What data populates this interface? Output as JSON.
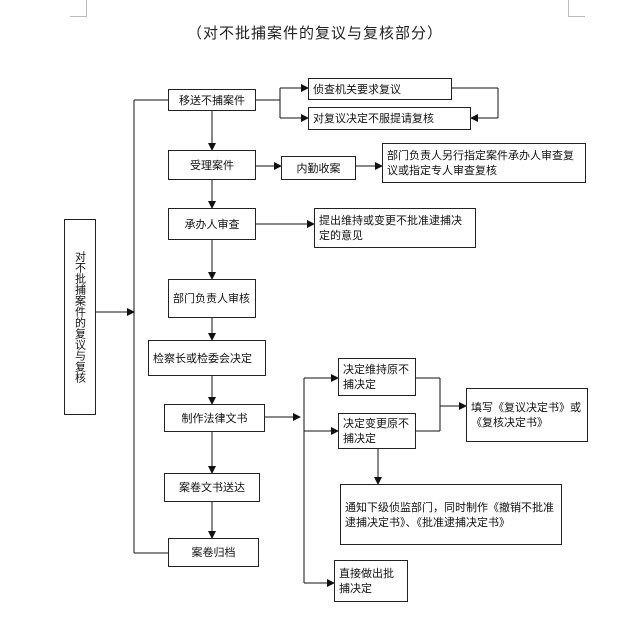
{
  "title": "（对不批捕案件的复议与复核部分）",
  "side_label": "对不批捕案件的复议与复核",
  "steps": {
    "transfer": "移送不捕案件",
    "accept": "受理案件",
    "handler_review": "承办人审查",
    "dept_review": "部门负责人审核",
    "procurator_decision": "检察长或检委会决定",
    "make_doc": "制作法律文书",
    "delivery": "案卷文书送达",
    "archive": "案卷归档"
  },
  "branches": {
    "request_reconsider": "侦查机关要求复议",
    "unsatisfied": "对复议决定不服提请复核",
    "internal": "内勤收案",
    "assign": "部门负责人另行指定案件承办人审查复议或指定专人审查复核",
    "opinion": "提出维持或变更不批准逮捕决定的意见",
    "maintain": "决定维持原不捕决定",
    "change": "决定变更原不捕决定",
    "fill": "填写《复议决定书》或《复核决定书》",
    "notify": "通知下级侦监部门，同时制作《撤销不批准逮捕决定书》、《批准逮捕决定书》",
    "direct": "直接做出批捕决定"
  }
}
